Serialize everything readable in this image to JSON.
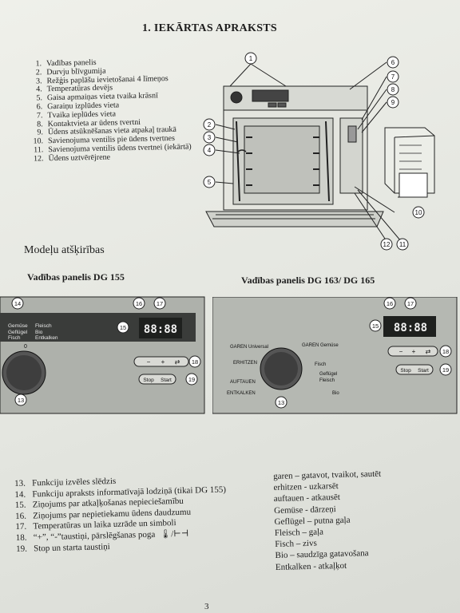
{
  "title": "1. IEKĀRTAS APRAKSTS",
  "parts": [
    {
      "n": "1.",
      "t": "Vadības panelis"
    },
    {
      "n": "2.",
      "t": "Durvju blīvgumija"
    },
    {
      "n": "3.",
      "t": "Režģis paplāšu ievietošanai 4 līmeņos"
    },
    {
      "n": "4.",
      "t": "Temperatūras devējs"
    },
    {
      "n": "5.",
      "t": "Gaisa apmaiņas vieta tvaika krāsnī"
    },
    {
      "n": "6.",
      "t": "Garaiņu izplūdes vieta"
    },
    {
      "n": "7.",
      "t": "Tvaika ieplūdes vieta"
    },
    {
      "n": "8.",
      "t": "Kontaktvieta ar ūdens tvertni"
    },
    {
      "n": "9.",
      "t": "Ūdens atsūknēšanas vieta atpakaļ traukā"
    },
    {
      "n": "10.",
      "t": "Savienojuma ventilis pie ūdens tvertnes"
    },
    {
      "n": "11.",
      "t": "Savienojuma ventilis ūdens tvertnei (iekārtā)"
    },
    {
      "n": "12.",
      "t": "Ūdens uztvērējrene"
    }
  ],
  "oven_callouts": [
    "1",
    "2",
    "3",
    "4",
    "5",
    "6",
    "7",
    "8",
    "9",
    "10",
    "11",
    "12"
  ],
  "section_title": "Modeļu atšķirības",
  "panel1": {
    "title": "Vadības panelis DG 155",
    "callouts": [
      "14",
      "16",
      "17",
      "15",
      "18",
      "13",
      "19"
    ],
    "labels": [
      "Gemüse",
      "Geflügel",
      "Fleisch",
      "Bio",
      "Fisch",
      "Entkalken"
    ],
    "display": "88:88",
    "buttons": [
      "−",
      "+",
      "Stop",
      "Start"
    ],
    "knob_mark": "0"
  },
  "panel2": {
    "title": "Vadības panelis DG 163/ DG 165",
    "callouts": [
      "16",
      "17",
      "15",
      "18",
      "19",
      "13"
    ],
    "labels": [
      "GAREN Universal",
      "GAREN Gemüse",
      "ERHITZEN",
      "Fisch",
      "Geflügel",
      "Fleisch",
      "AUFTAUEN",
      "ENTKALKEN",
      "Bio"
    ],
    "display": "88:88",
    "buttons": [
      "−",
      "+",
      "Stop",
      "Start"
    ]
  },
  "parts2": [
    {
      "n": "13.",
      "t": "Funkciju izvēles slēdzis"
    },
    {
      "n": "14.",
      "t": "Funkciju apraksts informatīvajā lodziņā (tikai DG 155)"
    },
    {
      "n": "15.",
      "t": "Ziņojums par atkaļķošanas nepieciešamību"
    },
    {
      "n": "16.",
      "t": "Ziņojums par nepietiekamu ūdens daudzumu"
    },
    {
      "n": "17.",
      "t": "Temperatūras un laika uzrāde un simboli"
    },
    {
      "n": "18.",
      "t": "“+”, “-”taustiņi, pārslēgšanas poga"
    },
    {
      "n": "19.",
      "t": "Stop un starta taustiņi"
    }
  ],
  "glossary": [
    "garen – gatavot, tvaikot, sautēt",
    "erhitzen - uzkarsēt",
    "auftauen - atkausēt",
    "Gemüse - dārzeņi",
    "Geflügel – putna gaļa",
    "Fleisch – gaļa",
    "Fisch – zivs",
    "Bio – saudzīga gatavošana",
    "Entkalken - atkaļķot"
  ],
  "page_number": "3"
}
